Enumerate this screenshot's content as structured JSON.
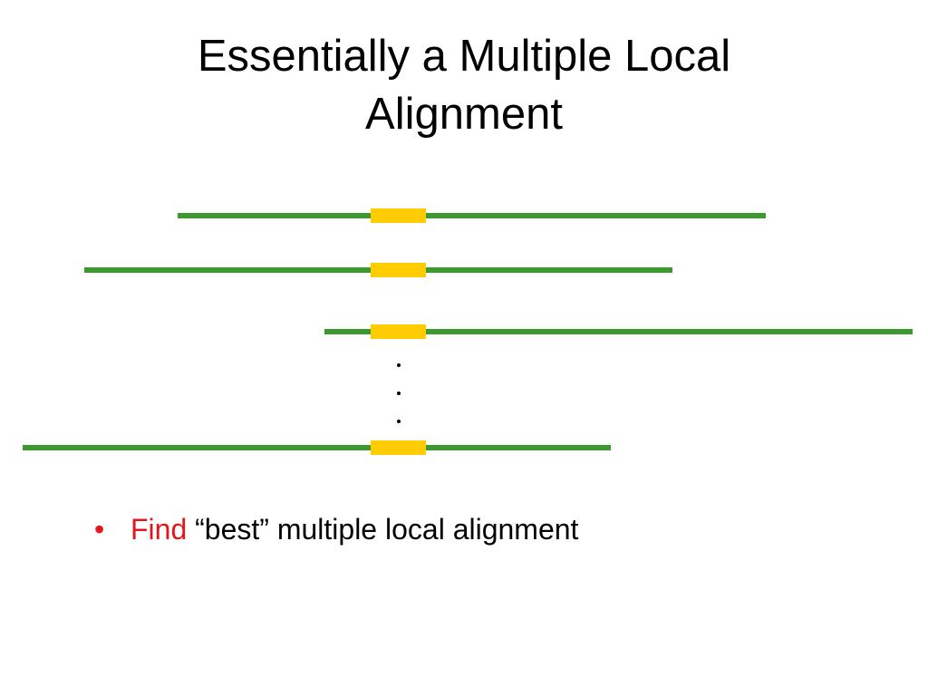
{
  "slide": {
    "title_lines": [
      "Essentially a Multiple Local",
      "Alignment"
    ]
  },
  "diagram": {
    "sequence_color": "#3a9a2c",
    "motif_color": "#ffcc00",
    "ellipsis": ".\n.\n."
  },
  "bullets": [
    {
      "marker": "•",
      "keyword": "Find",
      "rest": "“best” multiple local alignment"
    }
  ],
  "colors": {
    "keyword": "#e3161c",
    "text": "#000000"
  }
}
